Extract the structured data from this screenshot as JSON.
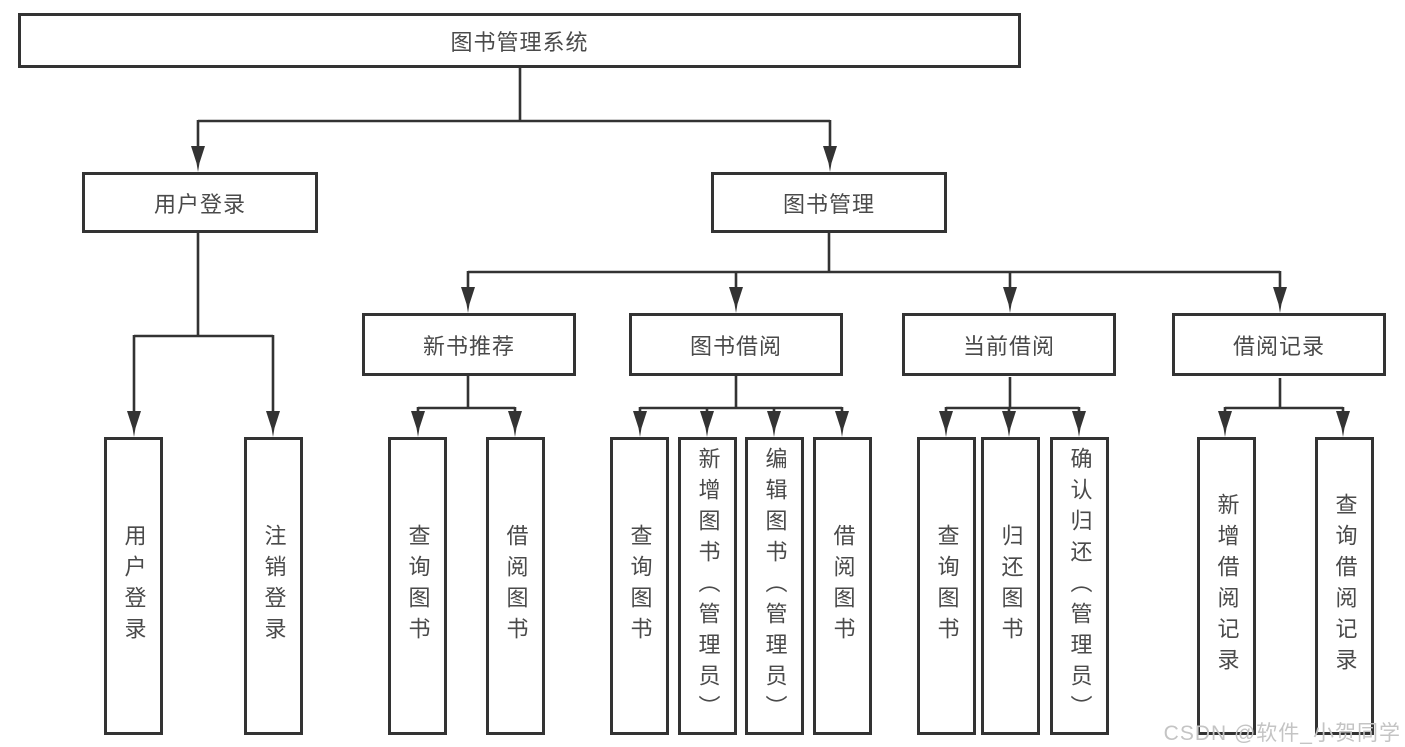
{
  "tree": {
    "label": "图书管理系统",
    "children": [
      {
        "label": "用户登录",
        "children": [
          {
            "label": "用户登录"
          },
          {
            "label": "注销登录"
          }
        ]
      },
      {
        "label": "图书管理",
        "children": [
          {
            "label": "新书推荐",
            "children": [
              {
                "label": "查询图书"
              },
              {
                "label": "借阅图书"
              }
            ]
          },
          {
            "label": "图书借阅",
            "children": [
              {
                "label": "查询图书"
              },
              {
                "label": "新增图书（管理员）"
              },
              {
                "label": "编辑图书（管理员）"
              },
              {
                "label": "借阅图书"
              }
            ]
          },
          {
            "label": "当前借阅",
            "children": [
              {
                "label": "查询图书"
              },
              {
                "label": "归还图书"
              },
              {
                "label": "确认归还（管理员）"
              }
            ]
          },
          {
            "label": "借阅记录",
            "children": [
              {
                "label": "新增借阅记录"
              },
              {
                "label": "查询借阅记录"
              }
            ]
          }
        ]
      }
    ]
  },
  "watermark": {
    "text": "CSDN @软件_小贺同学"
  },
  "colors": {
    "line": "#333333",
    "text": "#4a4a4a",
    "bg": "#ffffff",
    "wm": "#c4c4c4"
  }
}
